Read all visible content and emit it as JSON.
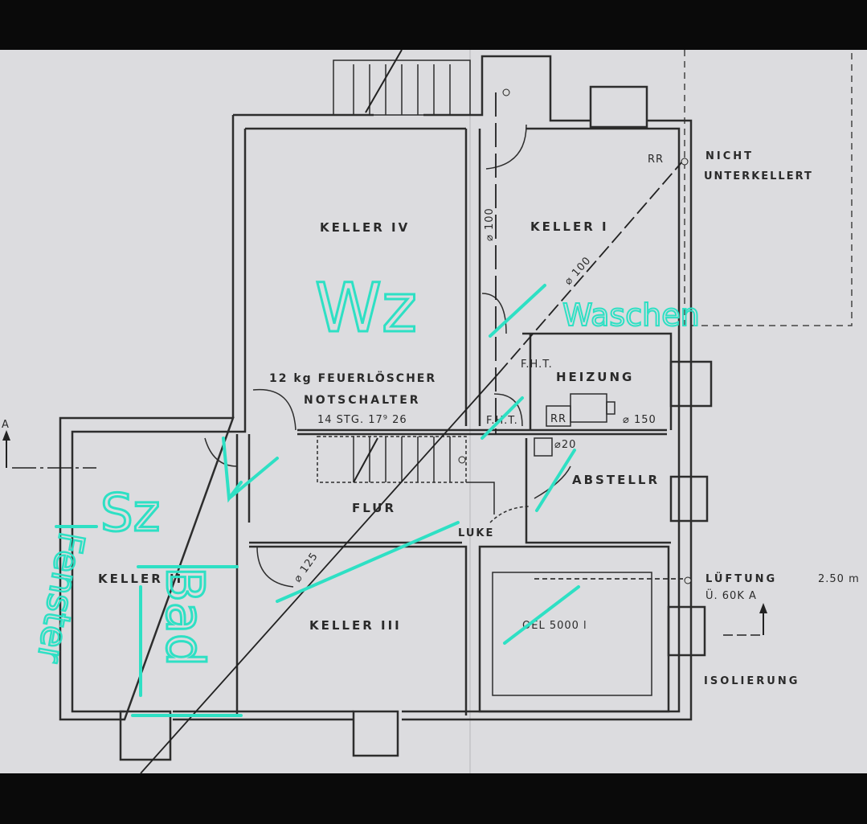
{
  "plan": {
    "rooms": {
      "keller_iv": "KELLER IV",
      "keller_i": "KELLER I",
      "keller_ii": "KELLER II",
      "keller_iii": "KELLER III",
      "heizung": "HEIZUNG",
      "abstellr": "ABSTELLR",
      "flur": "FLUR",
      "oel": "OEL  5000 l"
    },
    "notes": {
      "feuerloescher": "12 kg FEUERLÖSCHER",
      "notschalter": "NOTSCHALTER",
      "stg": "14 STG. 17⁹ 26",
      "nicht": "NICHT",
      "unterkellert": "UNTERKELLERT",
      "rr_top": "RR",
      "rr_heizung": "RR",
      "fht_1": "F.H.T.",
      "fht_2": "F.H.T.",
      "d150": "⌀ 150",
      "d20": "⌀20",
      "d100_v": "⌀ 100",
      "d100_d": "⌀ 100",
      "d125": "⌀ 125",
      "luke": "LUKE",
      "lueftung": "LÜFTUNG",
      "lueftung_height": "2.50 m",
      "ue60": "Ü. 60K A",
      "isolierung": "ISOLIERUNG",
      "section_a": "A"
    },
    "handwritten": {
      "wz": "Wz",
      "waschen": "Waschen",
      "sz": "Sz",
      "bad": "Bad",
      "fenster": "Fenster"
    }
  }
}
